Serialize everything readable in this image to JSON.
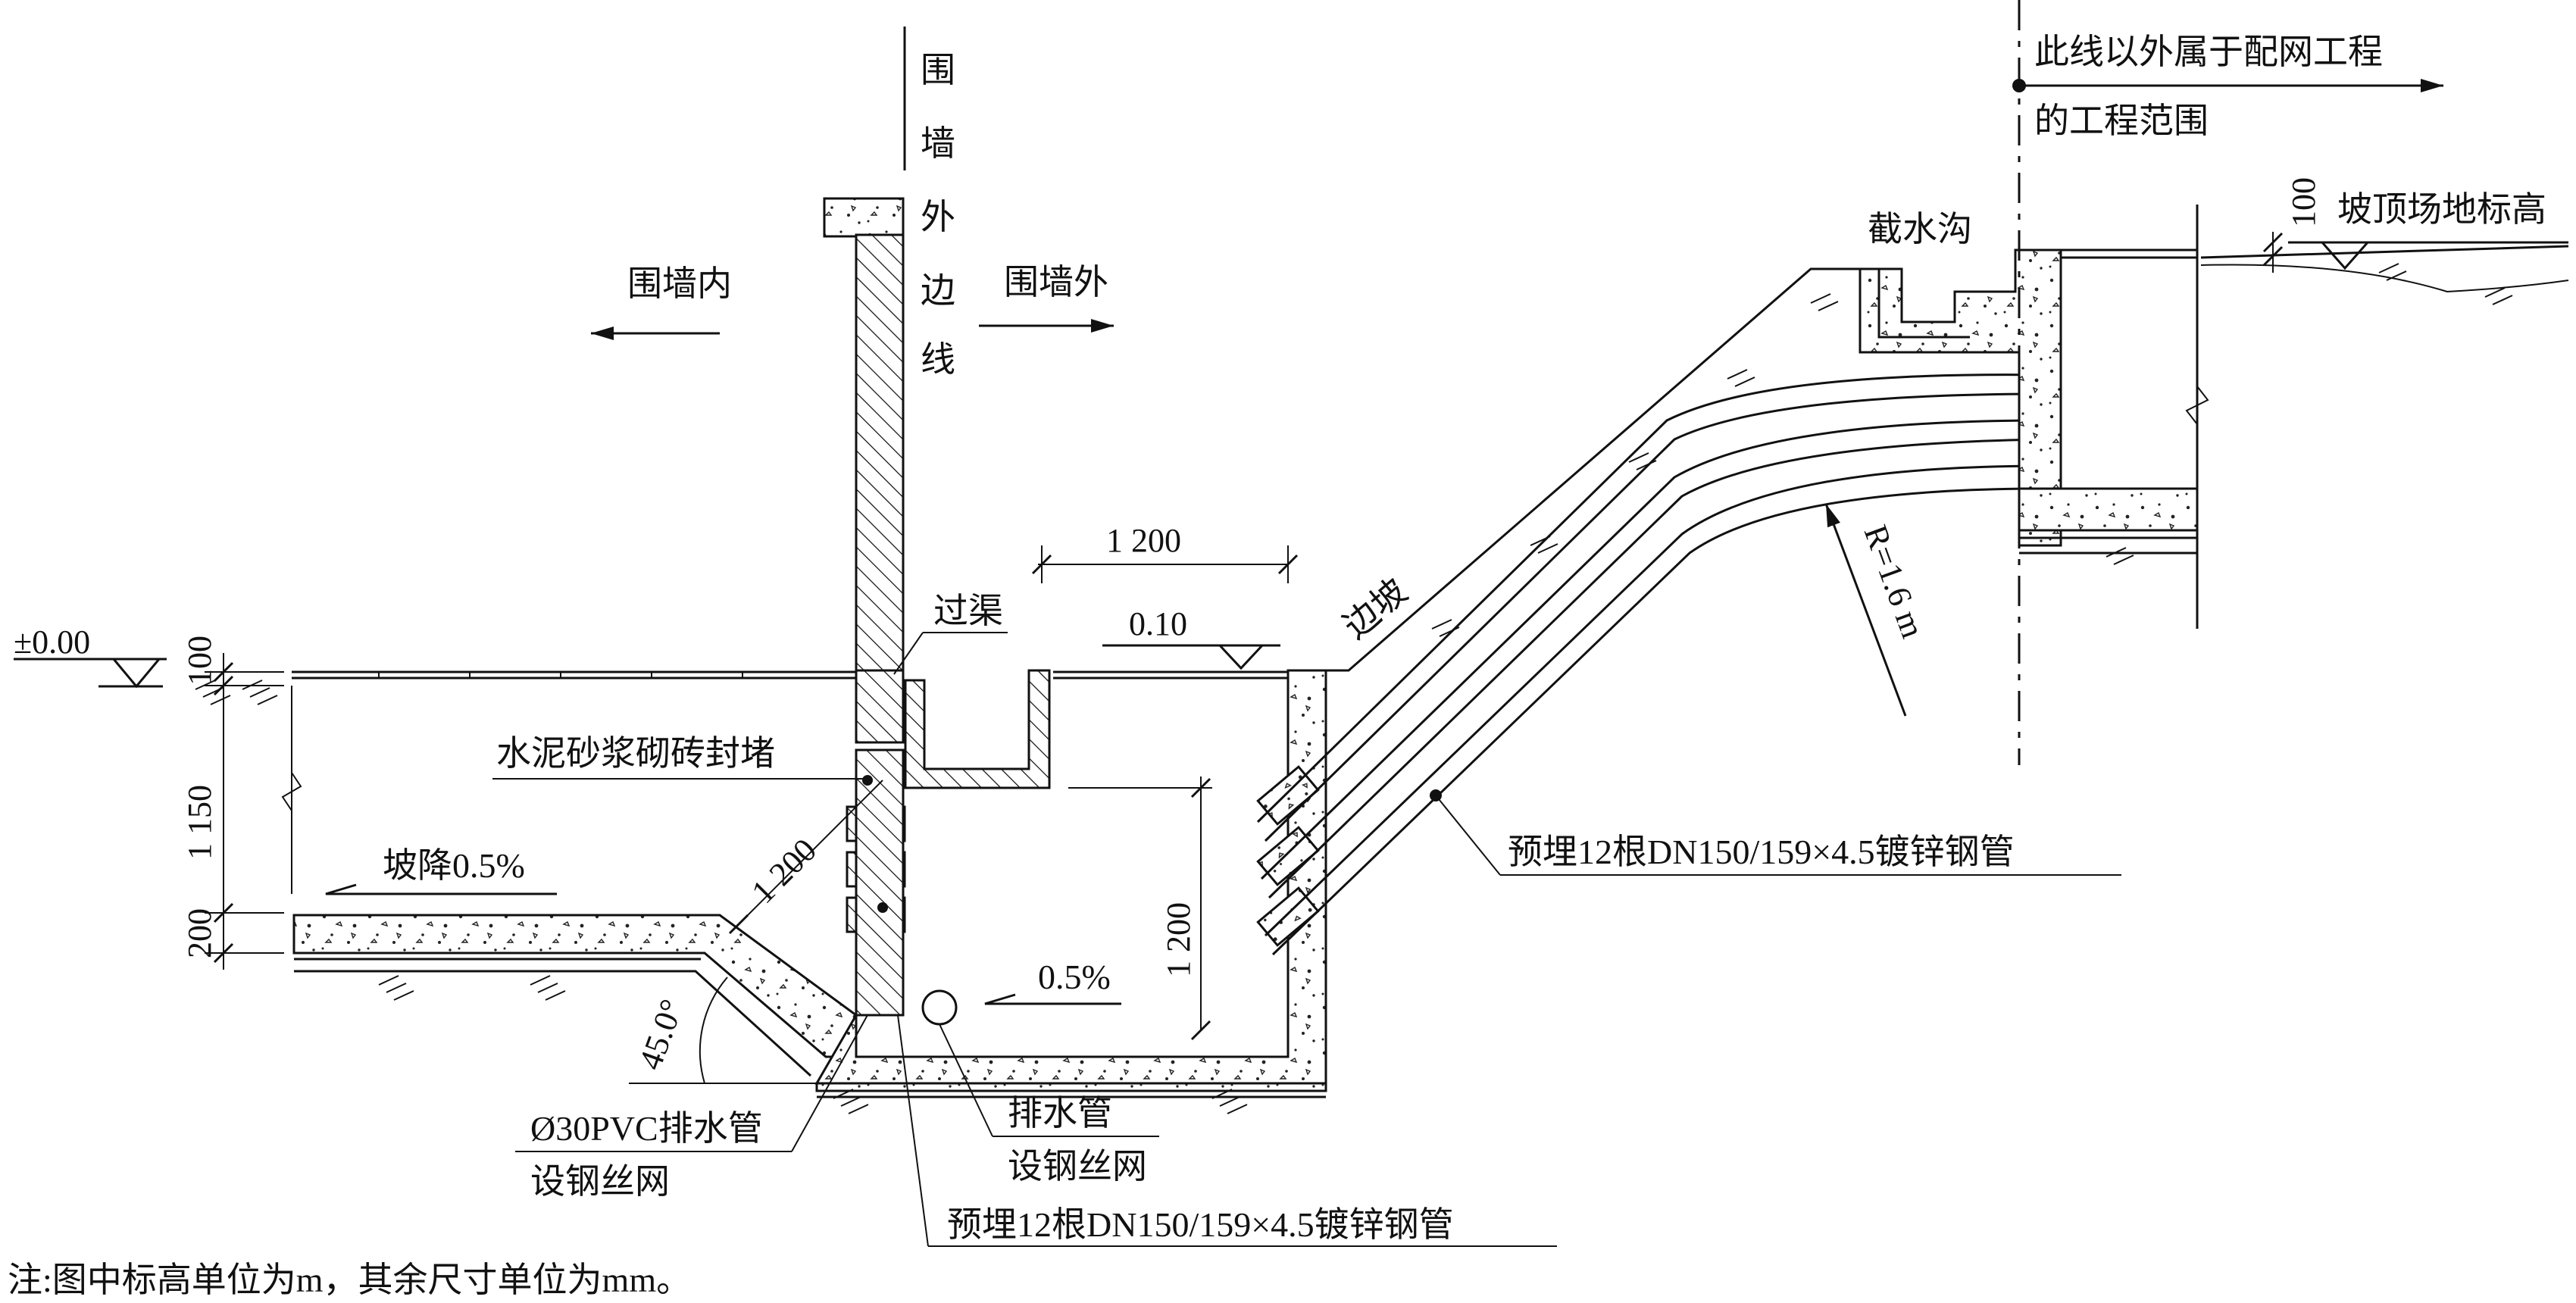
{
  "labels": {
    "wall_edge_vertical": [
      "围",
      "墙",
      "外",
      "边",
      "线"
    ],
    "inside_wall": "围墙内",
    "outside_wall": "围墙外",
    "crossing_channel": "过渠",
    "mortar_brick_seal": "水泥砂浆砌砖封堵",
    "slope_fall": "坡降0.5%",
    "slope": "边坡",
    "intercept_ditch": "截水沟",
    "slope_top_elevation": "坡顶场地标高",
    "boundary_line": "此线以外属于配网工程",
    "boundary_line_2": "的工程范围",
    "embedded_pipes_right": "预埋12根DN150/159×4.5镀锌钢管",
    "embedded_pipes_bottom": "预埋12根DN150/159×4.5镀锌钢管",
    "pvc_drain": "Ø30PVC排水管",
    "pvc_drain_mesh": "设钢丝网",
    "drain_pipe": "排水管",
    "drain_pipe_mesh": "设钢丝网",
    "radius": "R=1.6 m",
    "angle": "45.0°",
    "bottom_slope": "0.5%"
  },
  "dimensions": {
    "elev_zero": "±0.00",
    "d100_left": "100",
    "d1150": "1 150",
    "d200": "200",
    "d1200_top": "1 200",
    "elev_010": "0.10",
    "d1200_right": "1 200",
    "d1200_diag": "1 200",
    "d100_right": "100"
  },
  "note": "注:图中标高单位为m，其余尺寸单位为mm。"
}
